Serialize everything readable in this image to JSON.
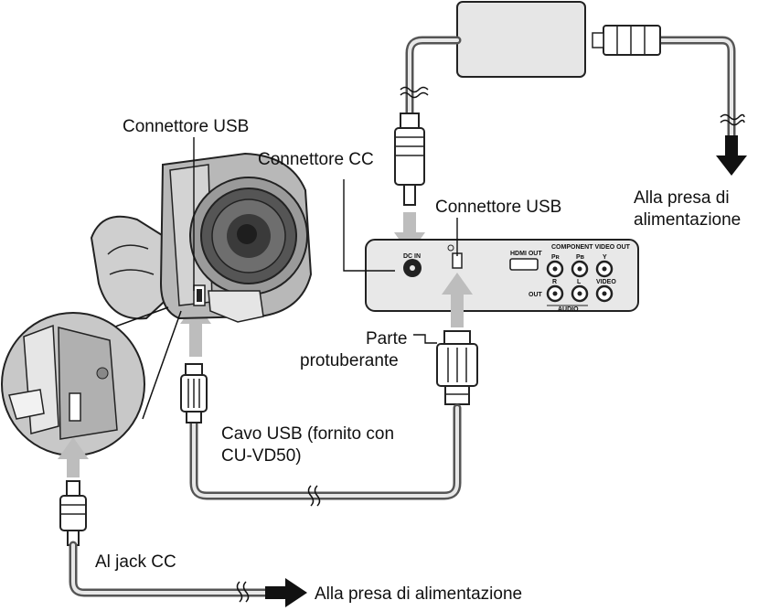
{
  "labels": {
    "usb_connector_camera": "Connettore USB",
    "dc_connector": "Connettore CC",
    "usb_connector_dock": "Connettore USB",
    "mains_top_line1": "Alla presa di",
    "mains_top_line2": "alimentazione",
    "protrusion_line1": "Parte",
    "protrusion_line2": "protuberante",
    "usb_cable_line1": "Cavo USB (fornito con",
    "usb_cable_line2": "CU-VD50)",
    "dc_jack": "Al jack CC",
    "mains_bottom": "Alla presa di alimentazione"
  },
  "dock_panel": {
    "hdmi": "HDMI OUT",
    "component": "COMPONENT VIDEO OUT",
    "pr": "Pʀ",
    "pb": "Pʙ",
    "y": "Y",
    "r": "R",
    "l": "L",
    "video": "VIDEO",
    "out": "OUT",
    "audio": "AUDIO",
    "dc_in": "DC IN"
  },
  "icons": [
    "camcorder",
    "ac-adapter",
    "docking-station",
    "usb-plug",
    "dc-plug",
    "arrow-up",
    "arrow-down",
    "arrow-right"
  ]
}
